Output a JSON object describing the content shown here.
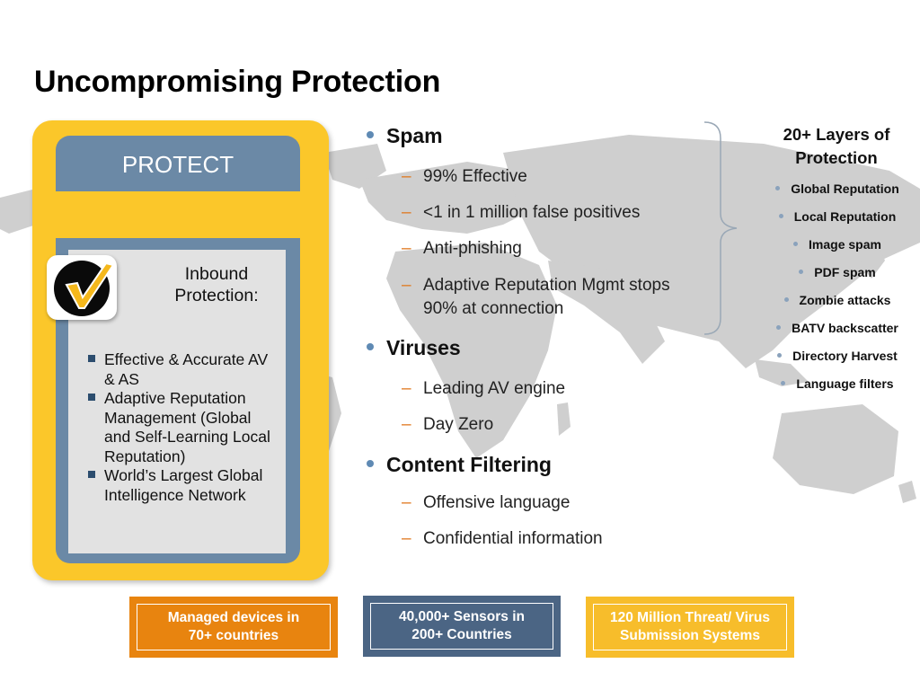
{
  "slide": {
    "title": "Uncompromising Protection"
  },
  "protect_panel": {
    "header": "PROTECT",
    "inbound_title_line1": "Inbound",
    "inbound_title_line2": "Protection:",
    "check_icon": "checkmark-icon",
    "items": [
      "Effective & Accurate AV & AS",
      "Adaptive Reputation Management (Global and Self-Learning Local Reputation)",
      "World’s Largest Global Intelligence Network"
    ]
  },
  "protection_list": [
    {
      "heading": "Spam",
      "items": [
        "99% Effective",
        "<1 in 1 million false positives",
        "Anti-phishing",
        "Adaptive Reputation Mgmt stops 90% at connection"
      ]
    },
    {
      "heading": "Viruses",
      "items": [
        "Leading AV engine",
        "Day Zero"
      ]
    },
    {
      "heading": "Content Filtering",
      "items": [
        "Offensive language",
        "Confidential information"
      ]
    }
  ],
  "layers": {
    "title_line1": "20+ Layers of",
    "title_line2": "Protection",
    "items": [
      "Global Reputation",
      "Local Reputation",
      "Image spam",
      "PDF spam",
      "Zombie attacks",
      "BATV backscatter",
      "Directory Harvest",
      "Language filters"
    ]
  },
  "bottom_boxes": [
    {
      "line1": "Managed devices in",
      "line2": "70+ countries",
      "color": "#e8840f"
    },
    {
      "line1": "40,000+ Sensors in",
      "line2": "200+ Countries",
      "color": "#4b6584"
    },
    {
      "line1": "120 Million Threat/ Virus",
      "line2": "Submission Systems",
      "color": "#f7bd2b"
    }
  ],
  "colors": {
    "panel_yellow": "#fbc72a",
    "panel_blue": "#6b89a6",
    "dash_orange": "#e07a22",
    "map_gray": "#c9c9c9"
  }
}
